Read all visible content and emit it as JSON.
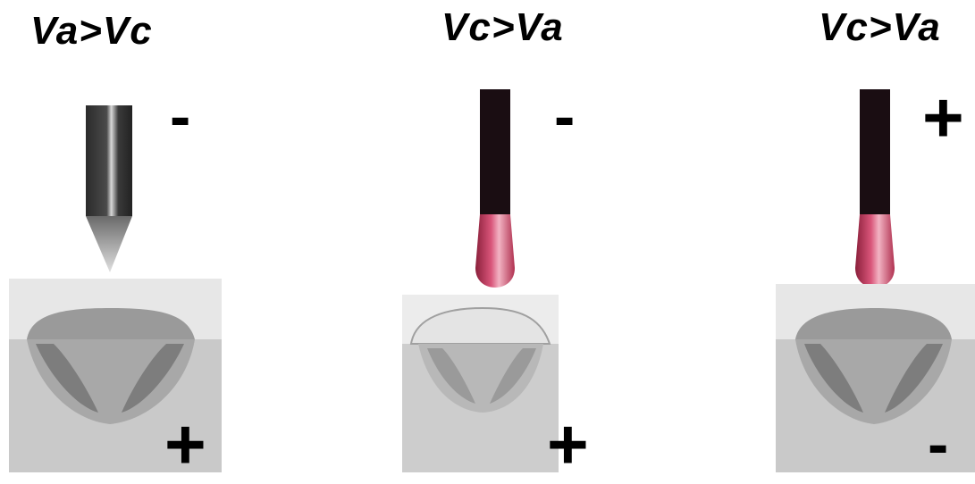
{
  "panels": [
    {
      "title": "Va>Vc",
      "electrode_sign": "-",
      "workpiece_sign": "+"
    },
    {
      "title": "Vc>Va",
      "electrode_sign": "-",
      "workpiece_sign": "+"
    },
    {
      "title": "Vc>Va",
      "electrode_sign": "+",
      "workpiece_sign": "-"
    }
  ],
  "colors": {
    "plate": "#c9c9c9",
    "weld_bead": "#9a9a9a",
    "fusion_zone": "#7d7d7d",
    "electrode_tip_red": "#c9415f",
    "electrode_body": "#1a0d12"
  }
}
